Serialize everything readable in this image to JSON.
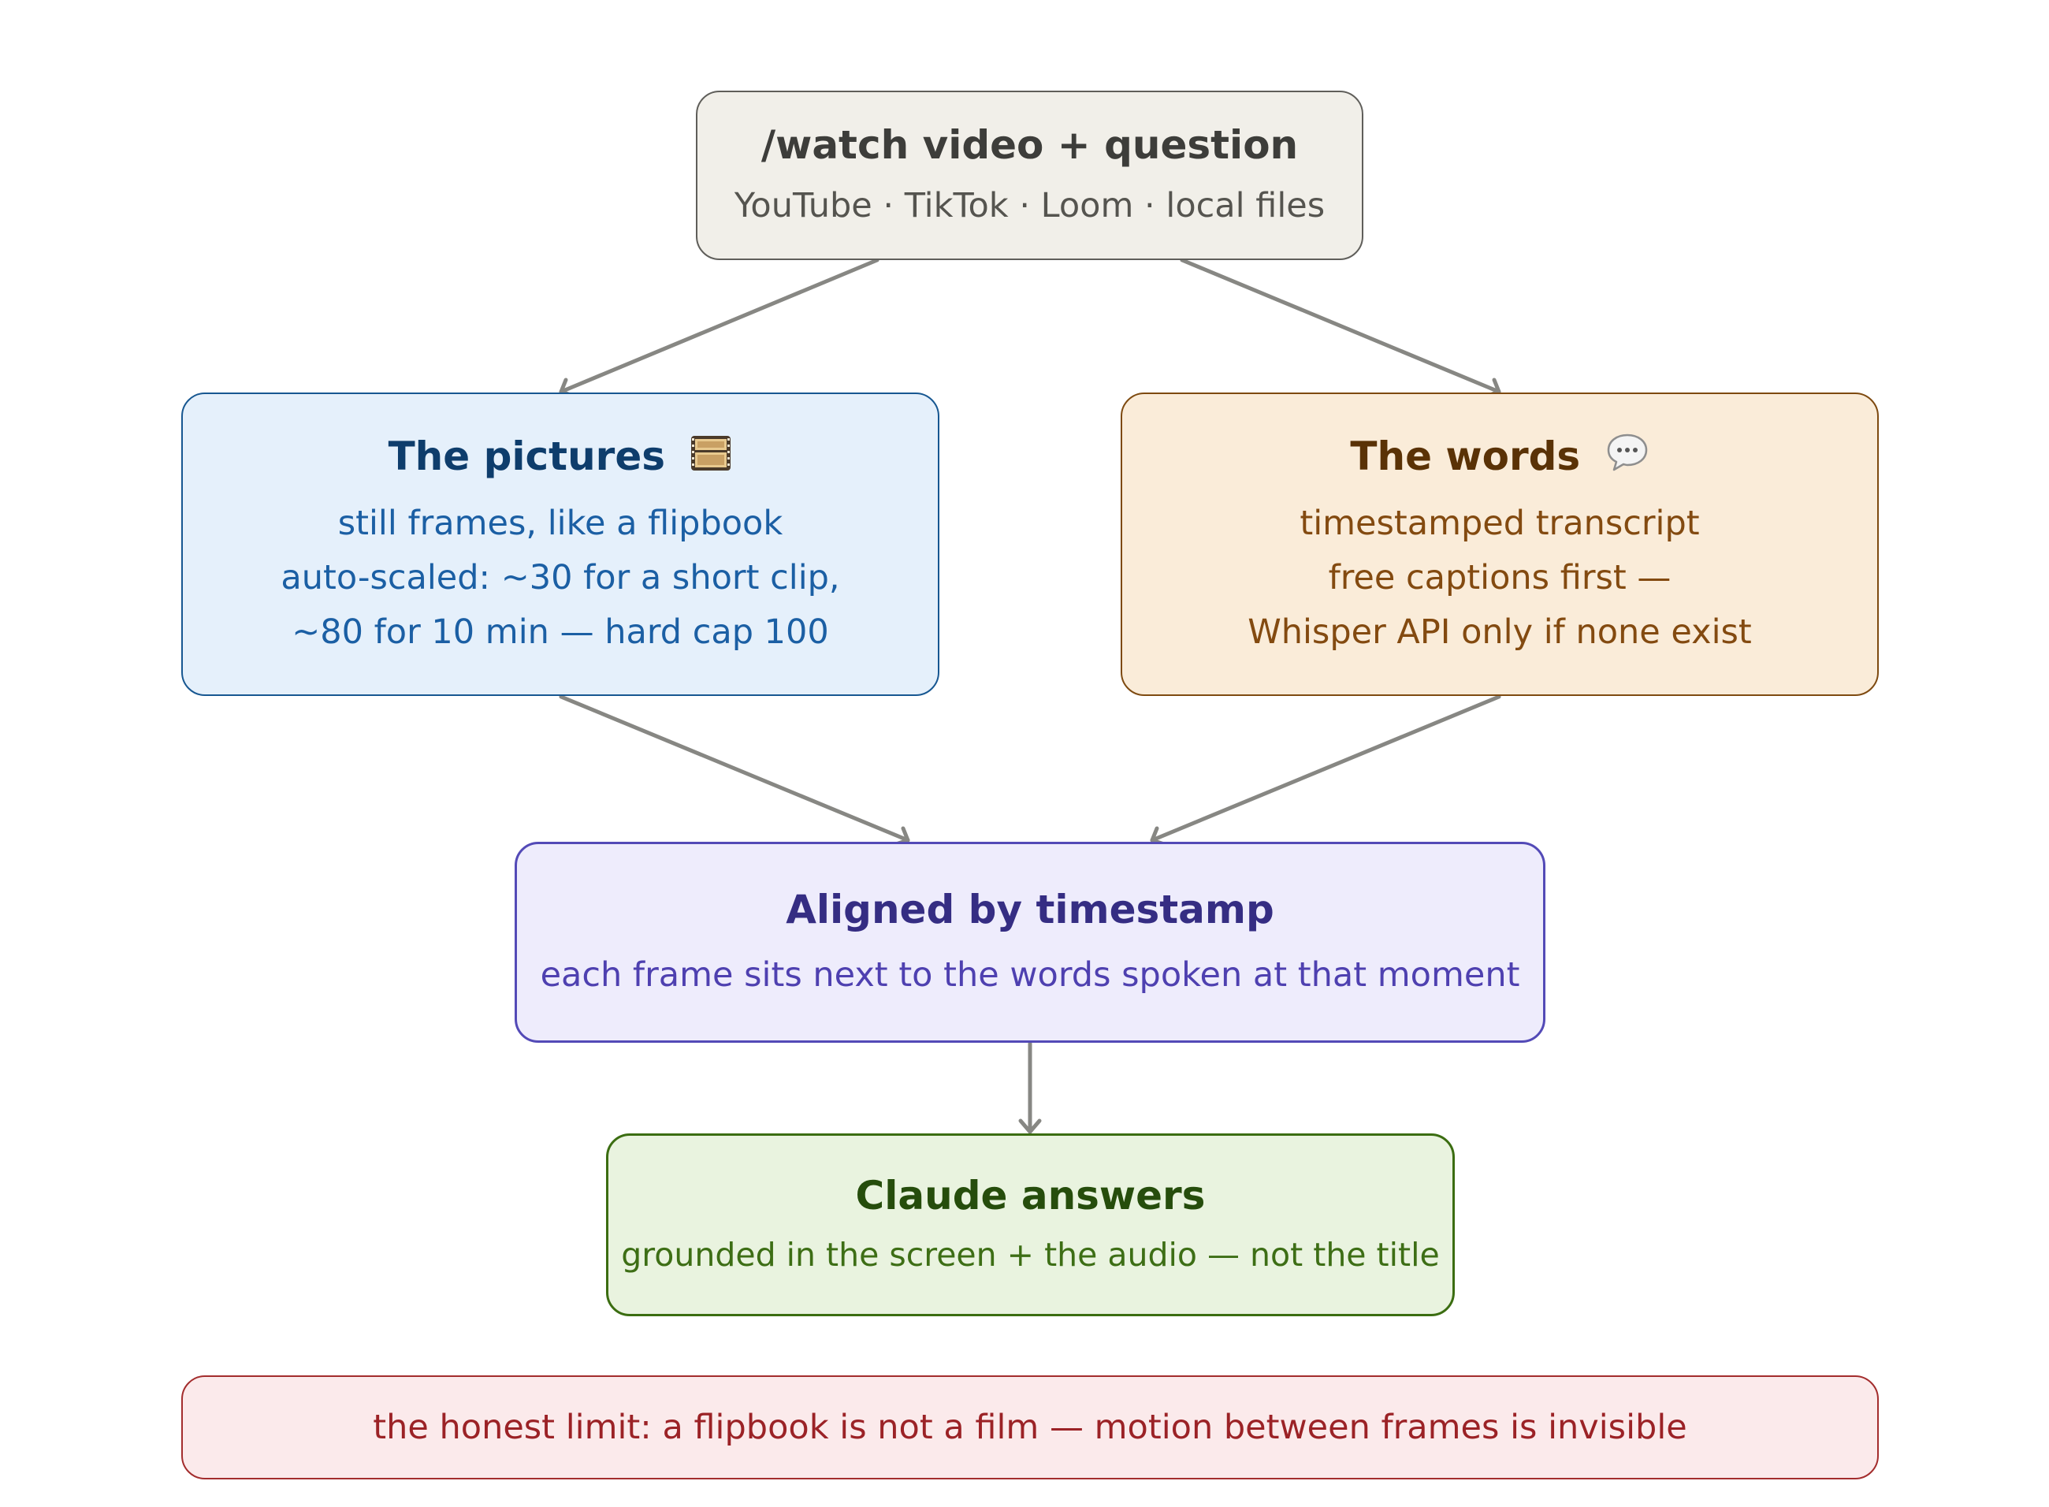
{
  "nodes": {
    "input": {
      "title": "/watch video + question",
      "subtitle": "YouTube · TikTok · Loom · local files"
    },
    "pictures": {
      "title": "The pictures",
      "icon": "film-frames-icon",
      "lines": [
        "still frames, like a flipbook",
        "auto-scaled: ~30 for a short clip,",
        "~80 for 10 min — hard cap 100"
      ]
    },
    "words": {
      "title": "The words",
      "icon": "speech-bubble-icon",
      "lines": [
        "timestamped transcript",
        "free captions first —",
        "Whisper API only if none exist"
      ]
    },
    "aligned": {
      "title": "Aligned by timestamp",
      "subtitle": "each frame sits next to the words spoken at that moment"
    },
    "answer": {
      "title": "Claude answers",
      "subtitle": "grounded in the screen + the audio — not the title"
    },
    "limit": {
      "text": "the honest limit: a flipbook is not a film — motion between frames is invisible"
    }
  },
  "colors": {
    "arrow": "#878783",
    "input_border": "#5f5e5a",
    "pictures_border": "#175791",
    "words_border": "#7e4a10",
    "aligned_border": "#534ab7",
    "answer_border": "#3b6d11",
    "limit_border": "#a32d2d"
  }
}
